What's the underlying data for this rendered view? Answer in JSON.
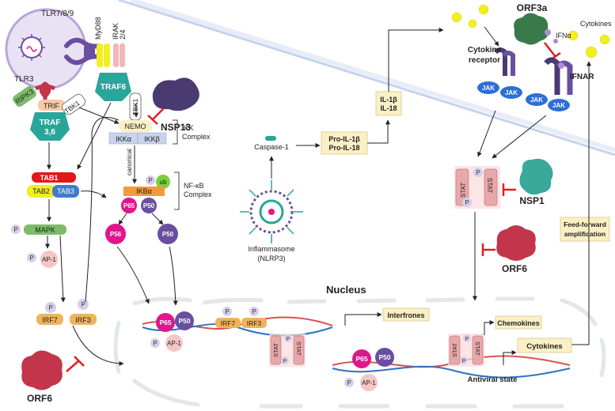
{
  "labels": {
    "tlr789": "TLR7/8/9",
    "tlr3": "TLR3",
    "myd88": "MyD88",
    "irak_1": "IRAK",
    "irak_2": "2/4",
    "traf6": "TRAF6",
    "tbk1_top": "TBK1",
    "ripk3": "RIPK3",
    "trif": "TRIF",
    "tbk1_left": "TBK1",
    "traf_1": "TRAF",
    "traf_2": "3,6",
    "nsp13": "NSP13",
    "nemo": "NEMO",
    "ikka": "IKKα",
    "ikkb": "IKKβ",
    "ikk_complex_1": "IKK",
    "ikk_complex_2": "Complex",
    "canonical": "canonical",
    "ub": "ub",
    "p_small": "P",
    "ikba": "IKBα",
    "nfkb_complex_1": "NF-κB",
    "nfkb_complex_2": "Complex",
    "p65": "P65",
    "p50": "P50",
    "p56": "P56",
    "tab1": "TAB1",
    "tab2": "TAB2",
    "tab3": "TAB3",
    "mapk": "MAPK",
    "ap1": "AP-1",
    "irf7": "IRF7",
    "irf3": "IRF3",
    "orf6": "ORF6",
    "caspase1": "Caspase-1",
    "pro_il1b": "Pro-IL-1β",
    "pro_il18": "Pro-IL-18",
    "il1b": "IL-1β",
    "il18": "IL-18",
    "inflammasome_1": "Inflammasome",
    "inflammasome_2": "(NLRP3)",
    "orf3a": "ORF3a",
    "cytokines_top": "Cytokines",
    "ifna": "IFNα",
    "cytokine_receptor_1": "Cytokine",
    "cytokine_receptor_2": "receptor",
    "ifnar": "IFNAR",
    "jak": "JAK",
    "stat": "STAT",
    "nsp1": "NSP1",
    "feed_forward_1": "Feed-forward",
    "feed_forward_2": "amplification",
    "nucleus": "Nucleus",
    "interferons": "Interfrones",
    "chemokines": "Chemokines",
    "cytokines_out": "Cytokines",
    "antiviral_state": "Antiviral state"
  },
  "colors": {
    "membrane": "#cfdaf0",
    "traf": "#2aa59a",
    "p65": "#e0168c",
    "p50": "#6a4fa0",
    "tab1": "#e01818",
    "tab23": "#3f7cc9",
    "mapk": "#7dbb6b",
    "ap1": "#f4c6c6",
    "irf": "#f0b25c",
    "stat": "#e8a8aa",
    "jak": "#2c6fd6",
    "virus_red": "#c2354a",
    "virus_purple": "#4a3a72",
    "nsp1": "#3aa89a",
    "orf3a": "#3a7a4a",
    "yellow": "#f2ee22",
    "box": "#fbf0c4",
    "dna_red": "#d9534f",
    "dna_blue": "#2f72c4",
    "inhibit": "#e21e1e"
  }
}
